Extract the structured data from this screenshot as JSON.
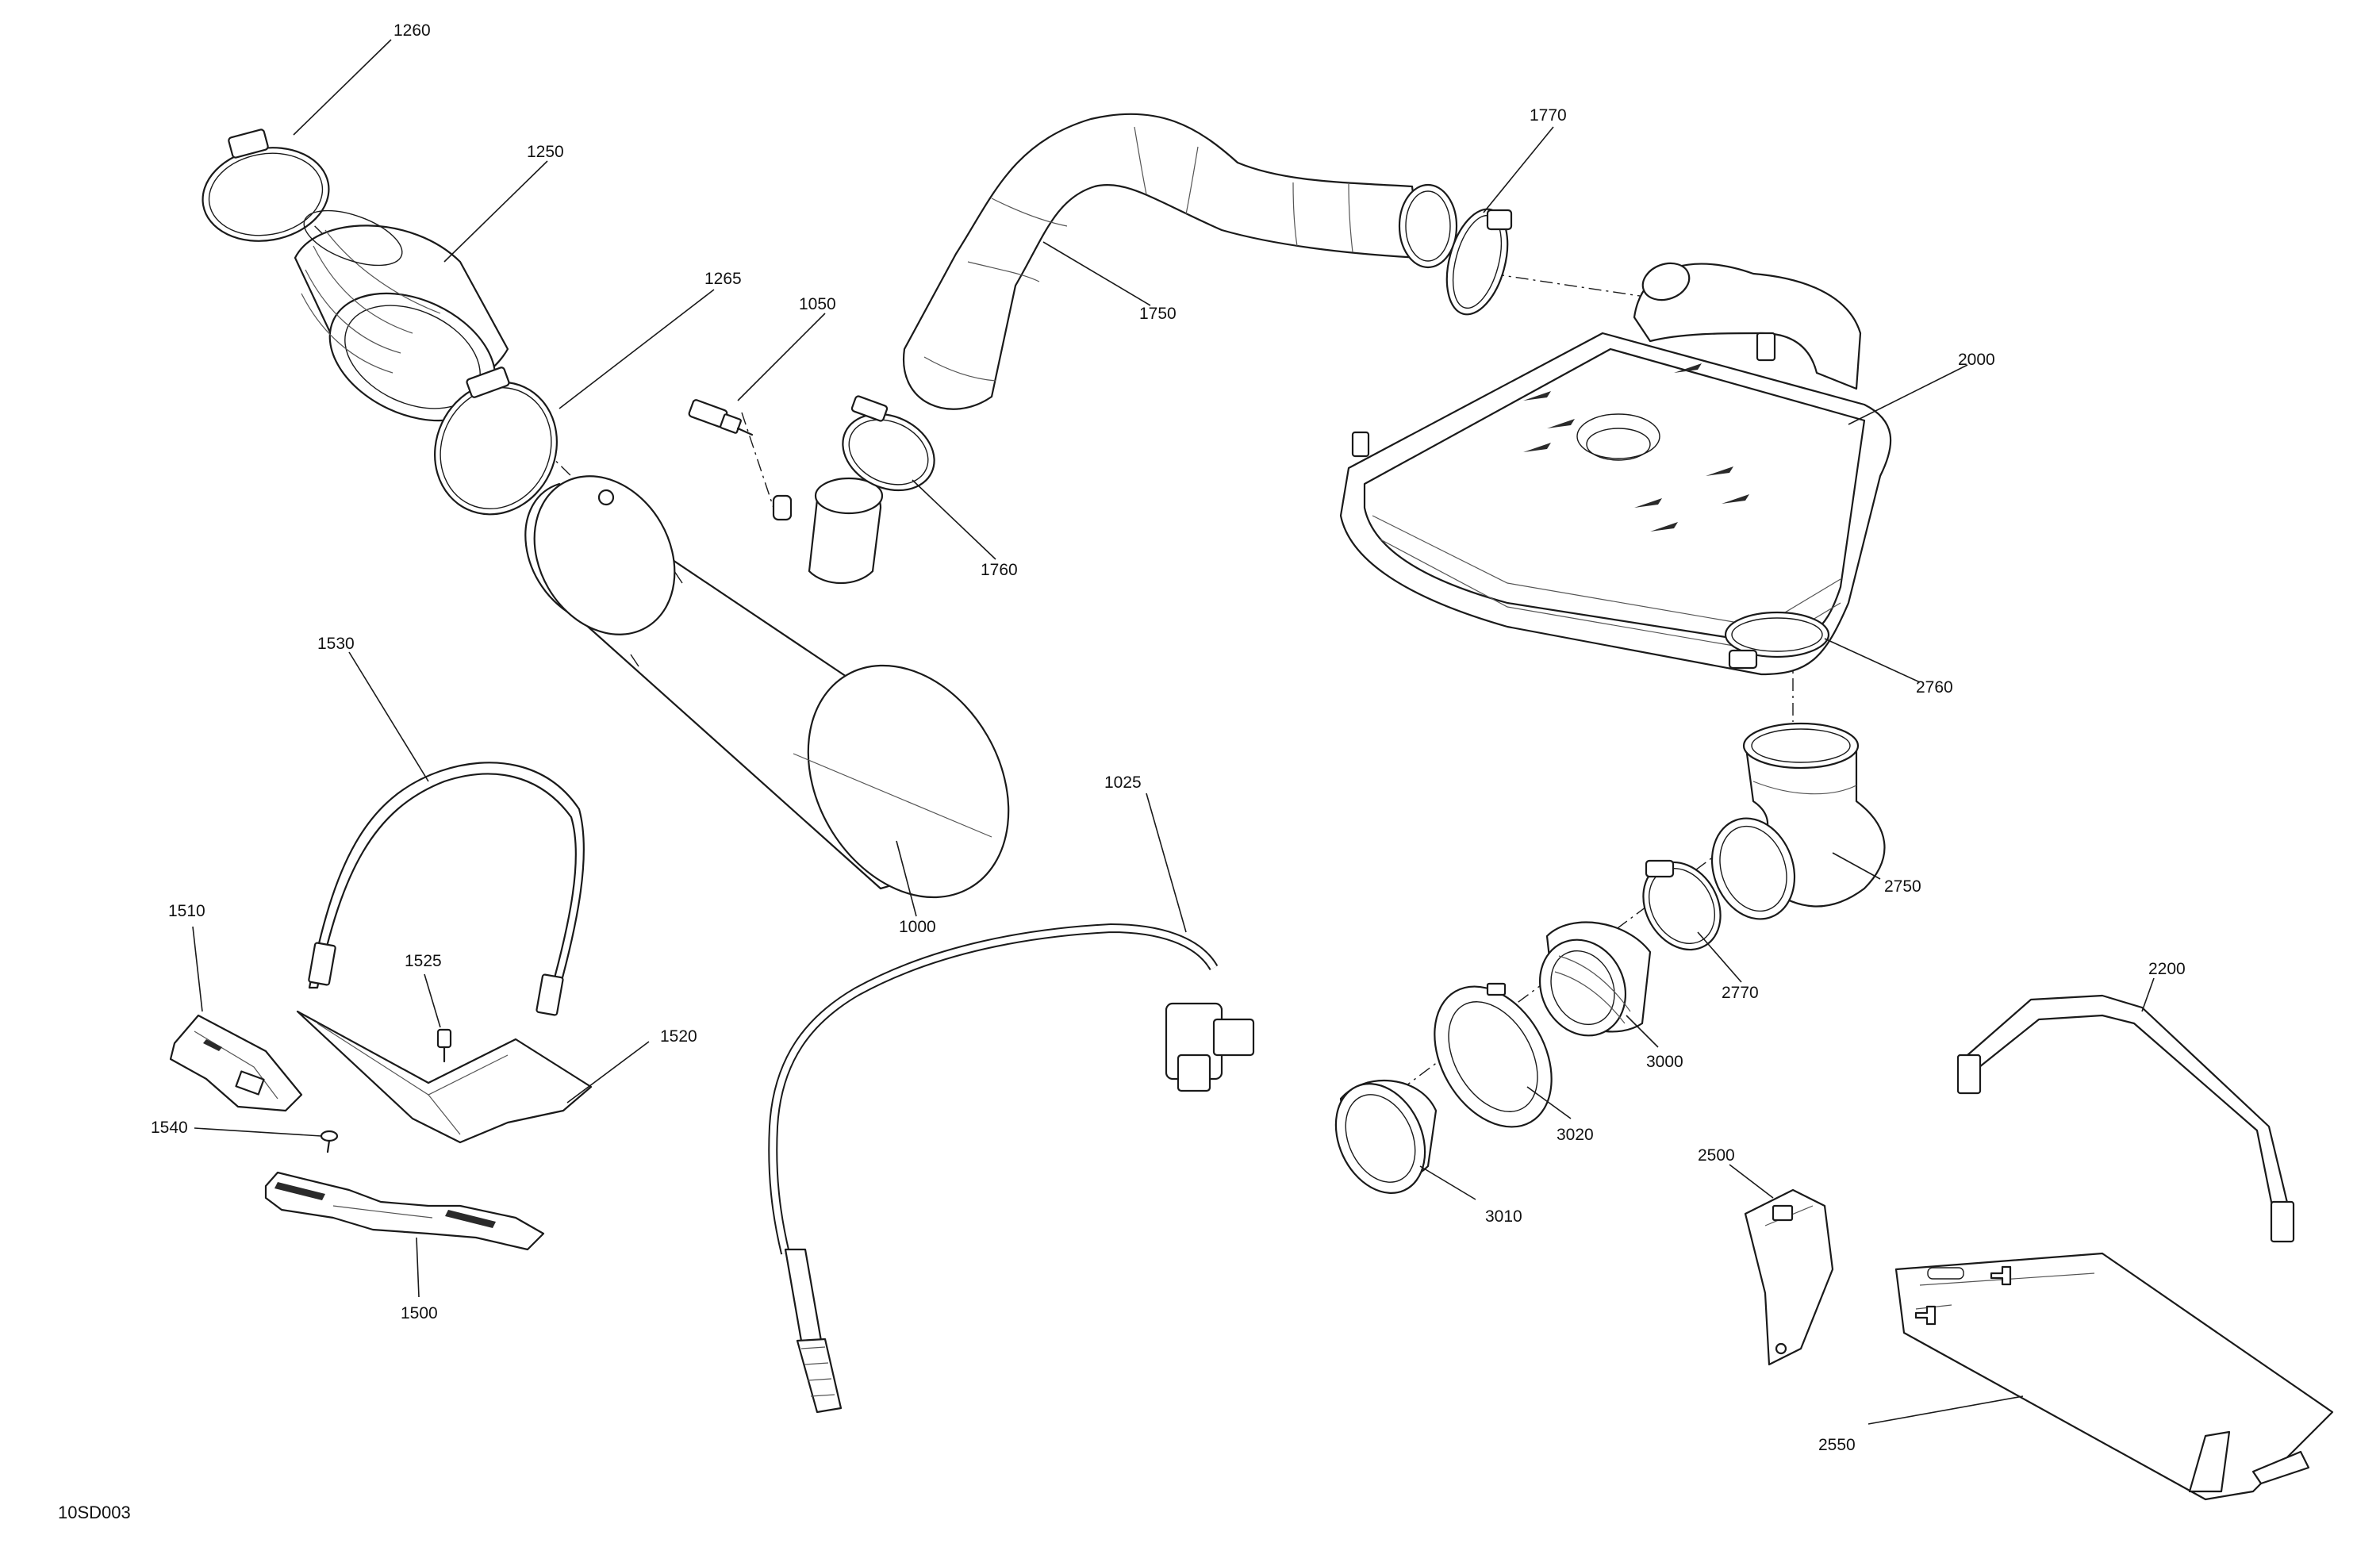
{
  "drawing": {
    "reference_id": "10SD003",
    "callouts": {
      "c1260": "1260",
      "c1250": "1250",
      "c1265": "1265",
      "c1050": "1050",
      "c1750": "1750",
      "c1770": "1770",
      "c2000": "2000",
      "c1760": "1760",
      "c2760": "2760",
      "c1530": "1530",
      "c1000": "1000",
      "c1025": "1025",
      "c2750": "2750",
      "c1510": "1510",
      "c1525": "1525",
      "c1520": "1520",
      "c2770": "2770",
      "c2200": "2200",
      "c3000": "3000",
      "c1540": "1540",
      "c3020": "3020",
      "c2500": "2500",
      "c3010": "3010",
      "c1500": "1500",
      "c2550": "2550"
    }
  }
}
